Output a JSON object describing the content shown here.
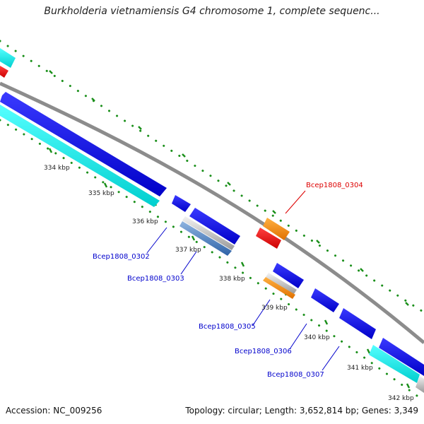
{
  "title": "Burkholderia vietnamiensis G4 chromosome 1, complete sequenc...",
  "footer": {
    "accession": "Accession: NC_009256",
    "summary": "Topology: circular; Length: 3,652,814 bp; Genes: 3,349"
  },
  "ticks": [
    "334 kbp",
    "335 kbp",
    "336 kbp",
    "337 kbp",
    "338 kbp",
    "339 kbp",
    "340 kbp",
    "341 kbp",
    "342 kbp"
  ],
  "gene_labels": {
    "g0302": "Bcep1808_0302",
    "g0303": "Bcep1808_0303",
    "g0304": "Bcep1808_0304",
    "g0305": "Bcep1808_0305",
    "g0306": "Bcep1808_0306",
    "g0307": "Bcep1808_0307"
  },
  "colors": {
    "blue_gene": "#0000ee",
    "cyan_gene": "#00e5e5",
    "orange_gene": "#ff8c00",
    "red_gene": "#ff1010",
    "backbone": "#8c8c8c",
    "tick_green": "#1a8f1a",
    "label_blue": "#0000cc",
    "label_red": "#dd0000"
  }
}
